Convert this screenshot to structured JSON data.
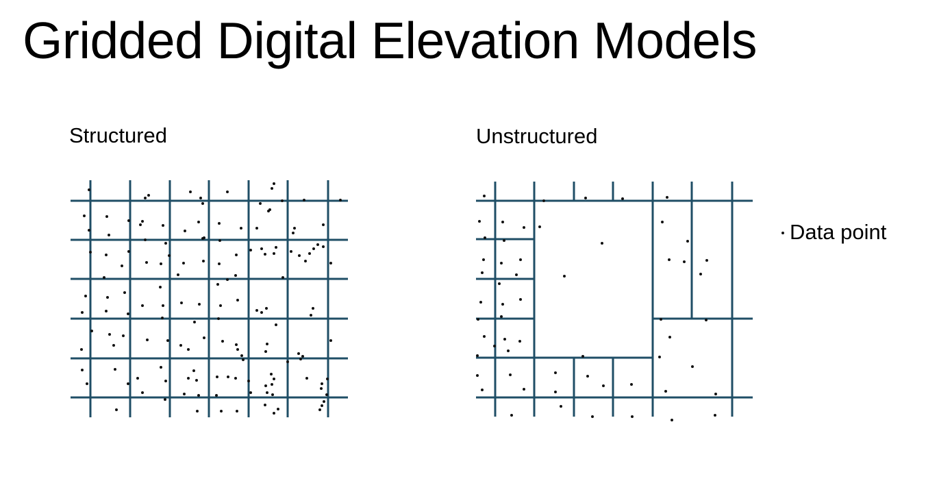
{
  "slide": {
    "title": "Gridded Digital Elevation Models"
  },
  "panels": {
    "structured_label": "Structured",
    "unstructured_label": "Unstructured"
  },
  "legend": {
    "label": "Data point",
    "marker": "dot"
  },
  "colors": {
    "grid_line": "#1f4e66",
    "data_point": "#111111",
    "background": "#ffffff"
  }
}
